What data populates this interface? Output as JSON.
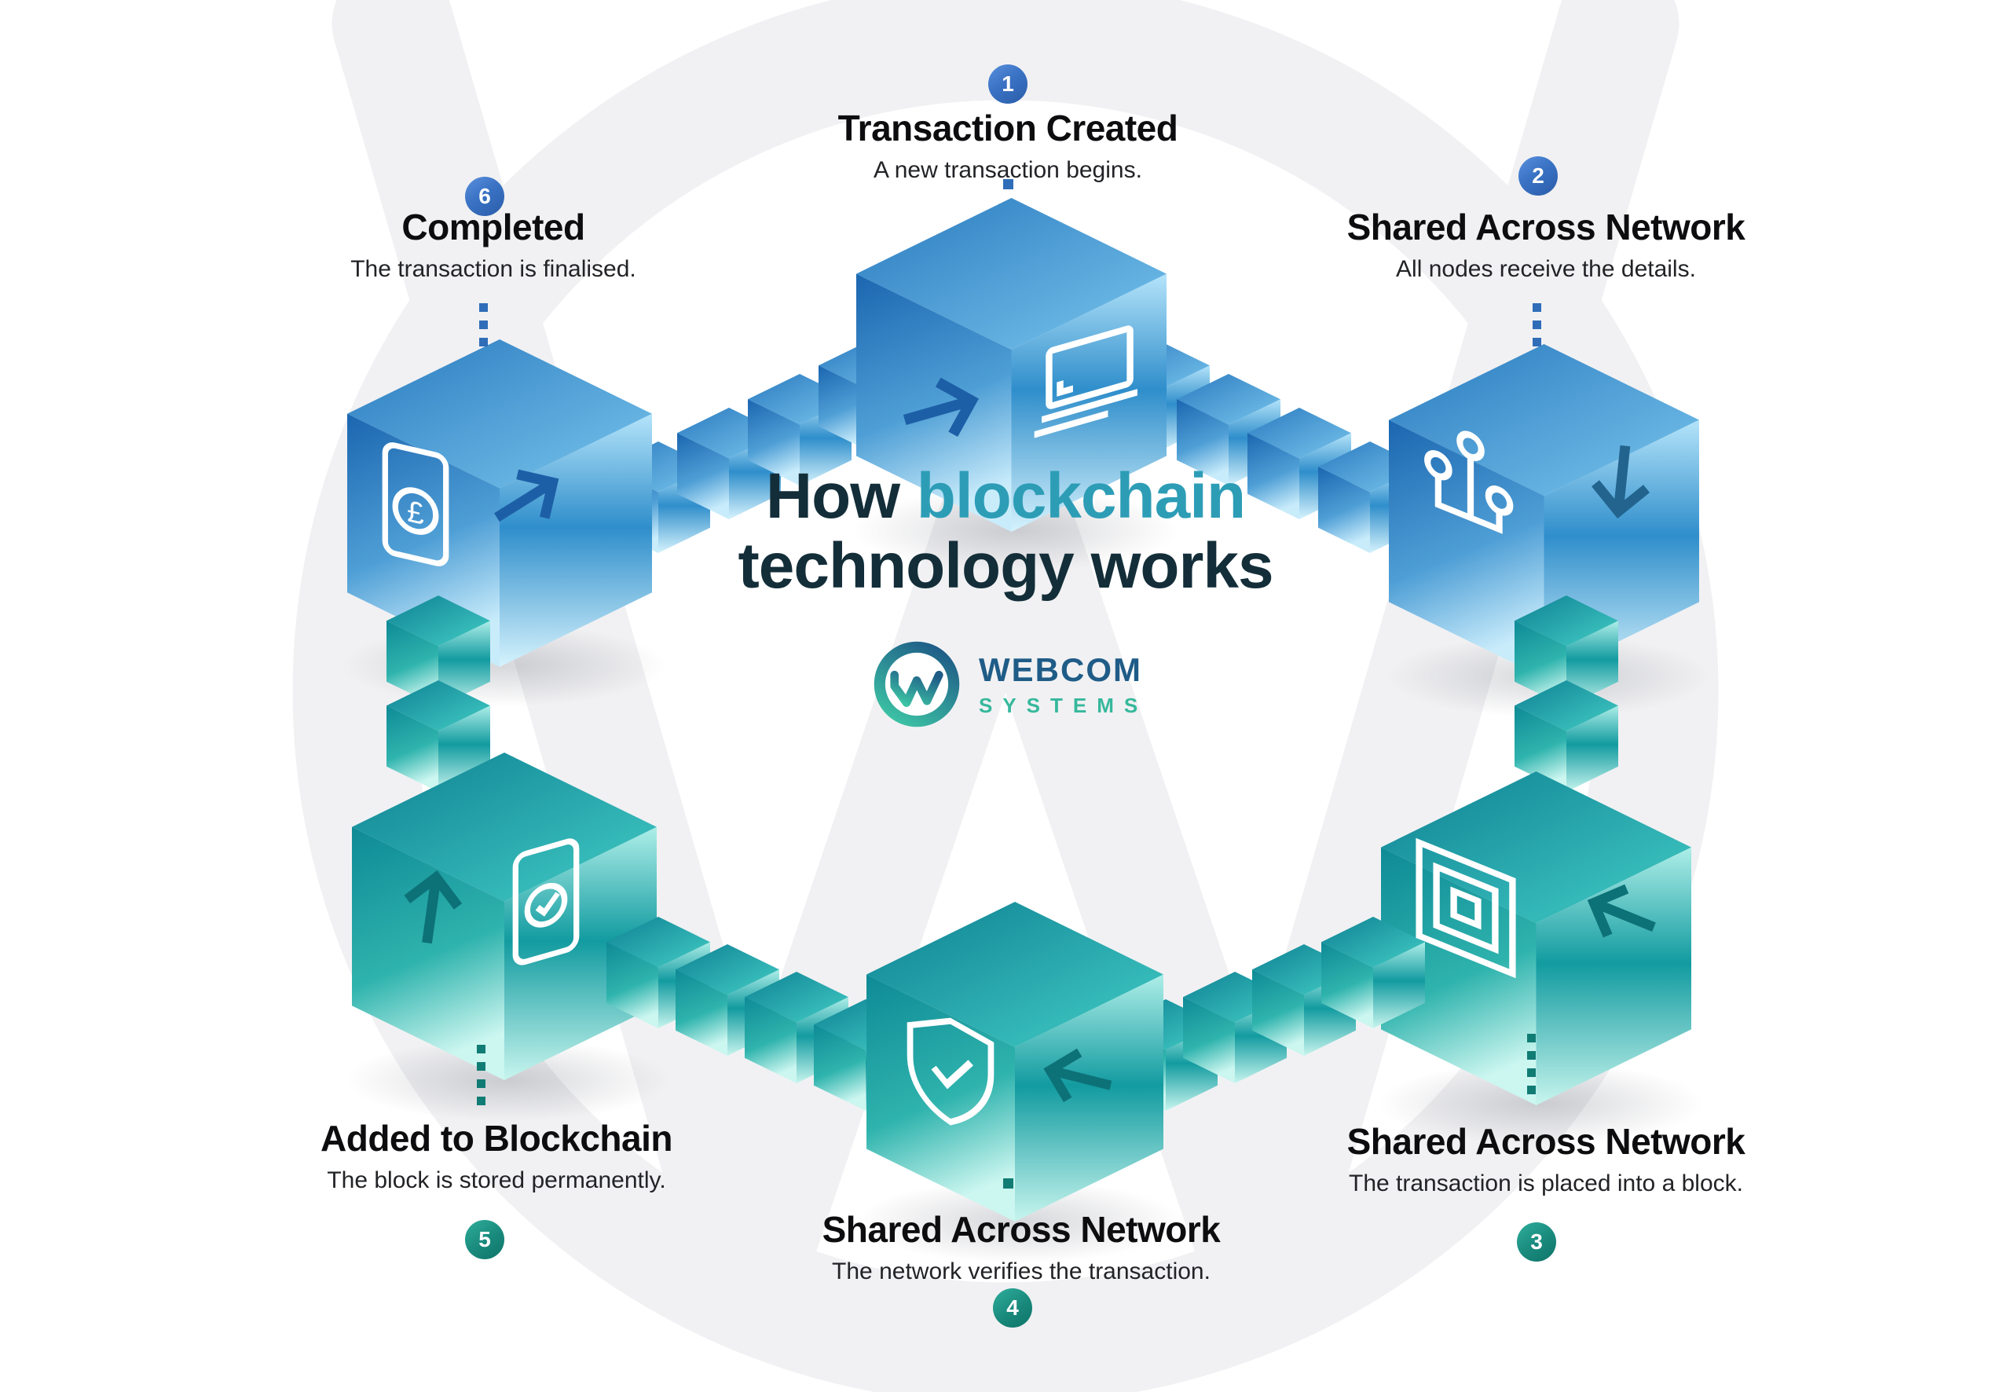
{
  "heading": {
    "prefix": "How ",
    "highlight": "blockchain",
    "line2": "technology works"
  },
  "logo": {
    "brand": "WEBCOM",
    "sub_brand": "SYSTEMS",
    "mark_icon": "webcom-w-ring-logo"
  },
  "steps": [
    {
      "number": "1",
      "title": "Transaction Created",
      "description": "A new transaction begins.",
      "badge_color": "blue",
      "cube_icon": "laptop-icon",
      "arrow_icon": "arrow-right-icon"
    },
    {
      "number": "2",
      "title": "Shared Across Network",
      "description": "All nodes receive the details.",
      "badge_color": "blue",
      "cube_icon": "network-nodes-icon",
      "arrow_icon": "arrow-down-icon"
    },
    {
      "number": "3",
      "title": "Shared Across Network",
      "description": "The transaction is placed into a block.",
      "badge_color": "teal",
      "cube_icon": "concentric-squares-icon",
      "arrow_icon": "arrow-left-down-icon"
    },
    {
      "number": "4",
      "title": "Shared Across Network",
      "description": "The network verifies the transaction.",
      "badge_color": "teal",
      "cube_icon": "shield-check-icon",
      "arrow_icon": "arrow-left-icon"
    },
    {
      "number": "5",
      "title": "Added to Blockchain",
      "description": "The block is stored permanently.",
      "badge_color": "teal",
      "cube_icon": "phone-check-icon",
      "arrow_icon": "arrow-up-icon"
    },
    {
      "number": "6",
      "title": "Completed",
      "description": "The transaction is finalised.",
      "badge_color": "blue",
      "cube_icon": "phone-pound-icon",
      "arrow_icon": "arrow-up-right-icon"
    }
  ],
  "icons": {
    "pound_glyph": "£"
  },
  "colors": {
    "badge_blue": "#3a72c4",
    "badge_teal": "#19897c",
    "heading_dark": "#132e39",
    "heading_accent": "#2d9db6",
    "cube_blue": "#2f8ecb",
    "cube_teal": "#129ba0",
    "arrow_blue": "#1d5fa6",
    "arrow_teal": "#0d7178",
    "logo_blue": "#1f5c87",
    "logo_green": "#36b89c",
    "watermark_gray": "#f1f1f3"
  }
}
